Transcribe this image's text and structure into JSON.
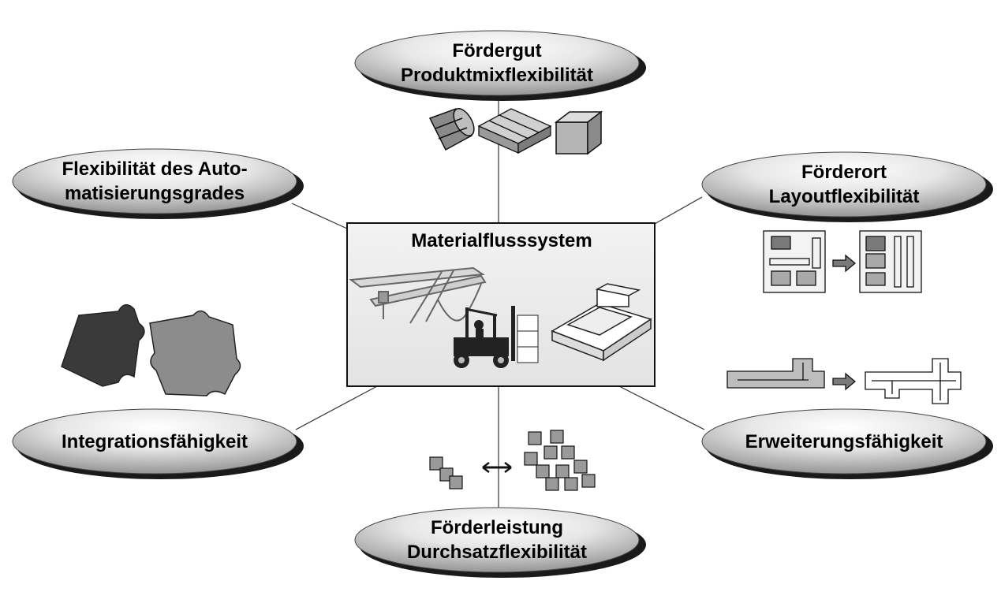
{
  "center": {
    "title": "Materialflusssystem"
  },
  "nodes": {
    "top": {
      "line1": "Fördergut",
      "line2": "Produktmixflexibilität"
    },
    "left_upper": {
      "line1": "Flexibilität des Auto-",
      "line2": "matisierungsgrades"
    },
    "right_upper": {
      "line1": "Förderort",
      "line2": "Layoutflexibilität"
    },
    "left_lower": {
      "line1": "Integrationsfähigkeit"
    },
    "right_lower": {
      "line1": "Erweiterungsfähigkeit"
    },
    "bottom": {
      "line1": "Förderleistung",
      "line2": "Durchsatzflexibilität"
    }
  },
  "colors": {
    "box_fill": "#ececec",
    "ellipse_light": "#f4f4f4",
    "ellipse_dark": "#9a9a9a",
    "shadow": "#1a1a1a"
  }
}
